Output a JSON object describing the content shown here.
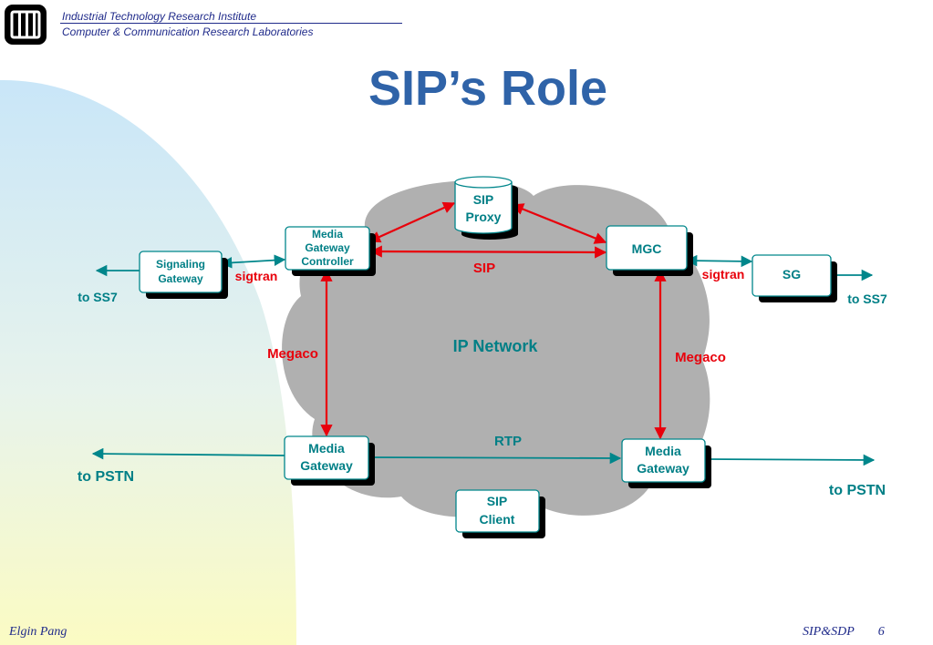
{
  "header": {
    "org_line1": "Industrial Technology Research Institute",
    "org_line2": "Computer & Communication Research Laboratories",
    "logo_icon": "itri-logo-icon"
  },
  "title": "SIP’s Role",
  "diagram": {
    "cloud_label": "IP Network",
    "nodes": {
      "sip_proxy": [
        "SIP",
        "Proxy"
      ],
      "mgc_left": [
        "Media",
        "Gateway",
        "Controller"
      ],
      "mgc_right": [
        "MGC"
      ],
      "sg_left": [
        "Signaling",
        "Gateway"
      ],
      "sg_right": [
        "SG"
      ],
      "mg_left": [
        "Media",
        "Gateway"
      ],
      "mg_right": [
        "Media",
        "Gateway"
      ],
      "sip_client": [
        "SIP",
        "Client"
      ]
    },
    "labels": {
      "sip": "SIP",
      "sigtran_left": "sigtran",
      "sigtran_right": "sigtran",
      "megaco_left": "Megaco",
      "megaco_right": "Megaco",
      "rtp": "RTP",
      "ss7_left": "to SS7",
      "ss7_right": "to SS7",
      "pstn_left": "to PSTN",
      "pstn_right": "to PSTN"
    },
    "colors": {
      "teal": "#00868b",
      "red": "#e8000b",
      "cloud": "#b0b0b0",
      "box_text": "#007f86"
    }
  },
  "footer": {
    "author": "Elgin Pang",
    "topic": "SIP&SDP",
    "page": "6"
  }
}
